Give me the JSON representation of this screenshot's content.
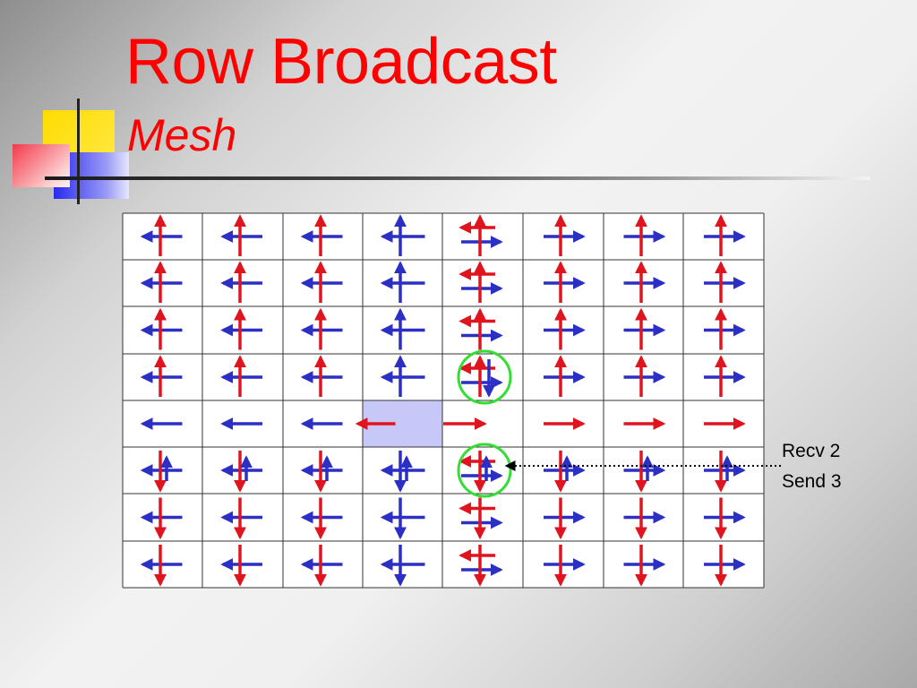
{
  "slide": {
    "title": "Row Broadcast",
    "subtitle": "Mesh",
    "annotation_line1": "Recv 2",
    "annotation_line2": "Send 3"
  },
  "colors": {
    "title": "#ff0000",
    "red_arrow": "#e0141e",
    "blue_arrow": "#2b2fc4",
    "root_cell": "#c8c8f8",
    "highlight_circle": "#33dd33",
    "grid_line": "#333333"
  },
  "mesh": {
    "rows": 8,
    "cols": 8,
    "root": {
      "row": 4,
      "col": 3
    },
    "highlighted_nodes": [
      {
        "row": 3,
        "col": 4
      },
      {
        "row": 5,
        "col": 4
      }
    ],
    "annotated_node": {
      "row": 5,
      "col": 4
    }
  }
}
